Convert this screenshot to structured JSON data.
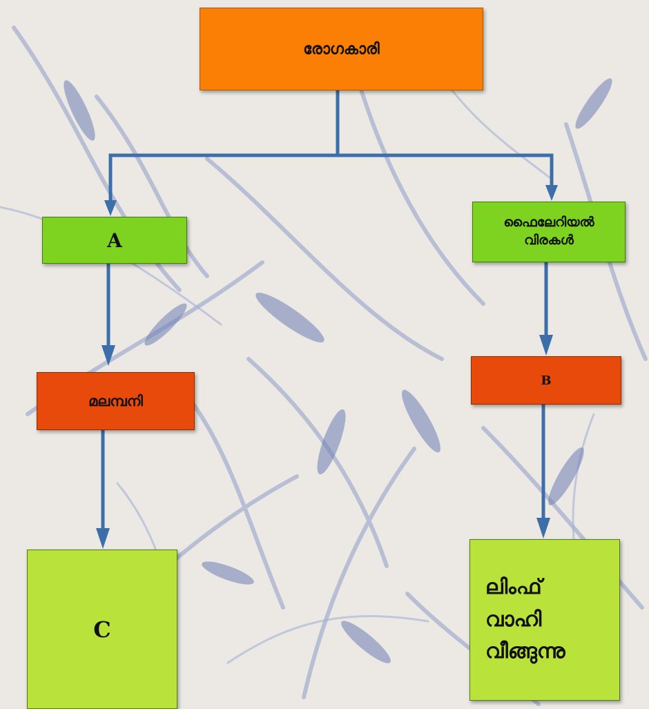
{
  "colors": {
    "background": "#e9e6e1",
    "connector": "#3c6eaa",
    "root_box": "#fb7f05",
    "green_box": "#7ed321",
    "red_box": "#e84a0c",
    "light_green_box": "#b9e33b",
    "worm_tint": "#5b6fa8"
  },
  "diagram": {
    "root": {
      "label": "രോഗകാരി"
    },
    "left": {
      "level1": {
        "label": "A"
      },
      "level2": {
        "label": "മലമ്പനി"
      },
      "level3": {
        "label": "C"
      }
    },
    "right": {
      "level1": {
        "label": "ഫൈലേറിയൽ\nവിരകൾ"
      },
      "level2": {
        "label": "B"
      },
      "level3": {
        "label": "ലിംഫ്\nവാഹി\nവീങ്ങുന്നു"
      }
    }
  }
}
